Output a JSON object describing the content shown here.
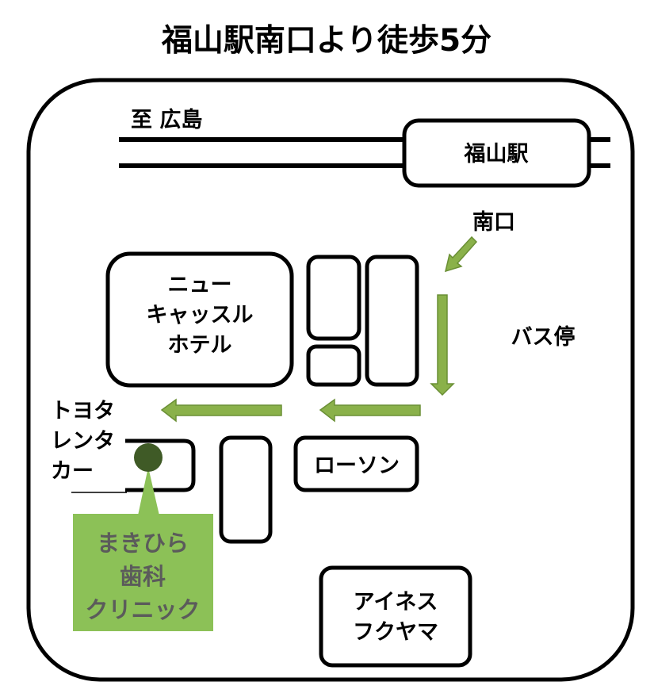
{
  "title": "福山駅南口より徒歩5分",
  "direction": "至 広島",
  "station": "福山駅",
  "south_exit": "南口",
  "bus_stop": "バス停",
  "hotel": [
    "ニュー",
    "キャッスル",
    "ホテル"
  ],
  "toyota": [
    "トヨタ",
    "レンタ",
    "カー"
  ],
  "lawson": "ローソン",
  "aines": [
    "アイネス",
    "フクヤマ"
  ],
  "clinic": [
    "まきひら",
    "歯科",
    "クリニック"
  ],
  "colors": {
    "arrow": "#8ab14a",
    "arrow_border": "#6a8f35",
    "clinic_box": "#8cc157",
    "clinic_dot": "#3f5a26",
    "clinic_text": "#5b5b5b",
    "outline": "#000000"
  }
}
